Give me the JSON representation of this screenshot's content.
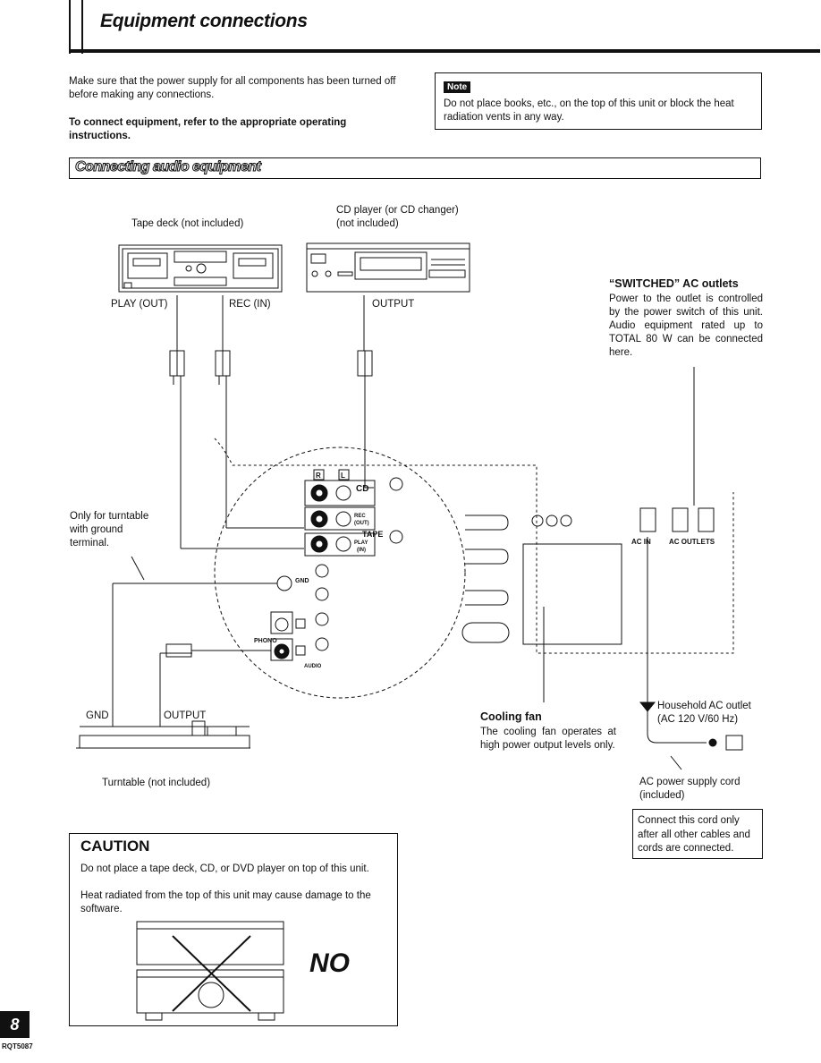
{
  "header": {
    "title": "Equipment connections"
  },
  "intro": {
    "line1": "Make sure that the power supply for all components has been turned off before making any connections.",
    "line2": "To connect equipment, refer to the appropriate operating instructions."
  },
  "note": {
    "badge": "Note",
    "text": "Do not place books, etc., on the top of this unit or block the heat radiation vents in any way."
  },
  "section": {
    "title": "Connecting audio equipment"
  },
  "diagram": {
    "tape_deck_label": "Tape deck (not included)",
    "cd_label_1": "CD player (or CD changer)",
    "cd_label_2": "(not included)",
    "play_out": "PLAY (OUT)",
    "rec_in": "REC (IN)",
    "output_cd": "OUTPUT",
    "only_turntable_1": "Only for turntable",
    "only_turntable_2": "with ground",
    "only_turntable_3": "terminal.",
    "jack_r": "R",
    "jack_l": "L",
    "cd": "CD",
    "rec": "REC",
    "out": "(OUT)",
    "tape": "TAPE",
    "play": "PLAY",
    "in": "(IN)",
    "gnd_panel": "GND",
    "phono": "PHONO",
    "audio": "AUDIO",
    "gnd": "GND",
    "output_tt": "OUTPUT",
    "turntable_label": "Turntable (not included)",
    "ac_in": "AC IN",
    "ac_outlets": "AC OUTLETS"
  },
  "switched": {
    "title": "“SWITCHED” AC outlets",
    "body": "Power to the outlet is controlled by the power switch of this unit. Audio equipment rated up to TOTAL 80 W can be connected here."
  },
  "cooling": {
    "title": "Cooling fan",
    "body": "The cooling fan operates at high power output levels only."
  },
  "household": {
    "line1": "Household AC outlet",
    "line2": "(AC 120 V/60 Hz)"
  },
  "ac_cord": {
    "line1": "AC power supply cord",
    "line2": "(included)"
  },
  "connect_note": {
    "text": "Connect this cord only after all other cables and cords are connected."
  },
  "caution": {
    "title": "CAUTION",
    "line1": "Do not place a tape deck, CD, or DVD player on top of this unit.",
    "line2": "Heat radiated from the top of this unit may cause damage to the software.",
    "no": "NO"
  },
  "footer": {
    "page": "8",
    "code": "RQT5087"
  }
}
